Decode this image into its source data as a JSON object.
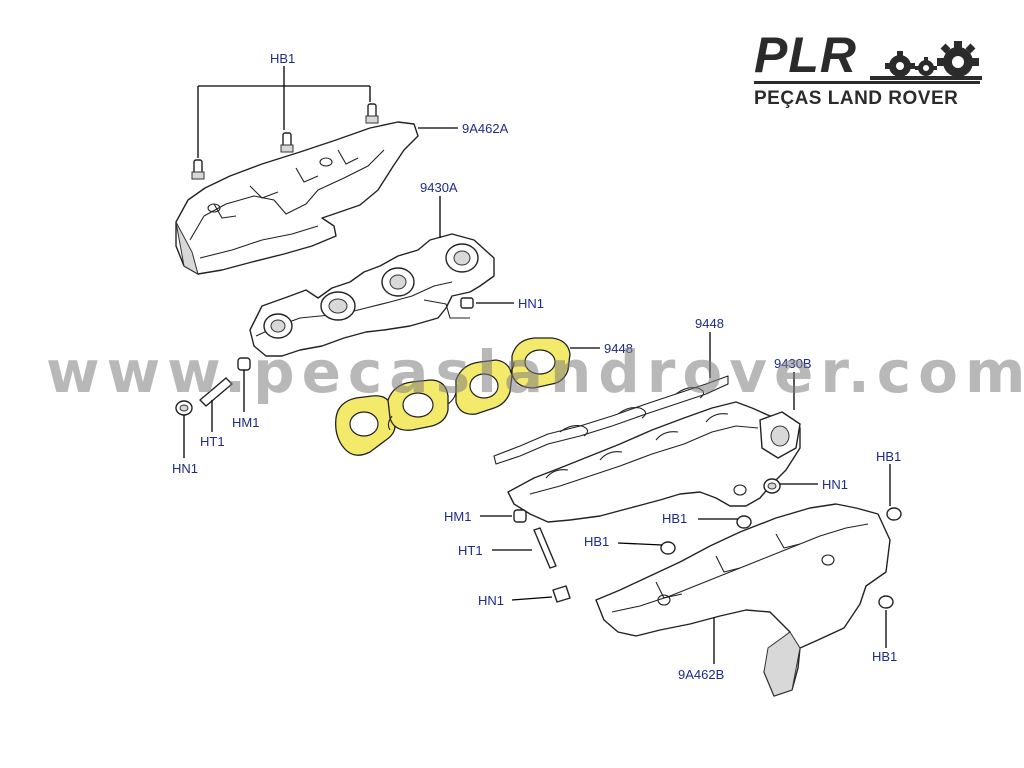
{
  "logo": {
    "main": "PLR",
    "sub": "PEÇAS LAND ROVER",
    "icon": "gears-icon"
  },
  "watermark": "www.pecaslandrover.com",
  "labels": {
    "hb1_top": "HB1",
    "heatshield_top": "9A462A",
    "manifold_a": "9430A",
    "hn1_upper": "HN1",
    "gasket_left": "9448",
    "gasket_right": "9448",
    "manifold_b": "9430B",
    "hn1_left": "HN1",
    "ht1_left": "HT1",
    "hm1_left": "HM1",
    "hn1_right": "HN1",
    "hb1_right_top": "HB1",
    "hm1_mid": "HM1",
    "hb1_mid_a": "HB1",
    "ht1_mid": "HT1",
    "hb1_mid_b": "HB1",
    "hn1_mid": "HN1",
    "hb1_right_bottom": "HB1",
    "heatshield_bottom": "9A462B"
  },
  "colors": {
    "label": "#1f2a8c",
    "highlight_gasket": "#f3e96a",
    "watermark": "#7d7d7d",
    "logo": "#2b2b2b"
  }
}
